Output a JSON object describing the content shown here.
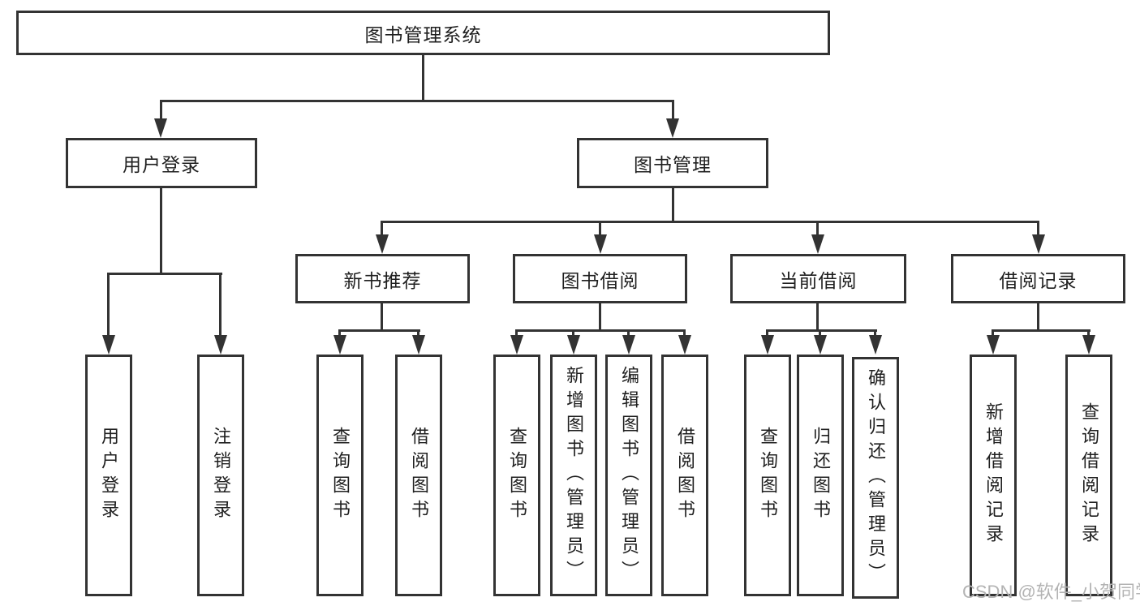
{
  "diagram": {
    "type": "hierarchy-tree",
    "root": {
      "label": "图书管理系统"
    },
    "level2": [
      {
        "label": "用户登录"
      },
      {
        "label": "图书管理"
      }
    ],
    "level3": [
      {
        "label": "新书推荐",
        "parent": "图书管理"
      },
      {
        "label": "图书借阅",
        "parent": "图书管理"
      },
      {
        "label": "当前借阅",
        "parent": "图书管理"
      },
      {
        "label": "借阅记录",
        "parent": "图书管理"
      }
    ],
    "leaves": [
      {
        "label": "用户登录",
        "parent": "用户登录"
      },
      {
        "label": "注销登录",
        "parent": "用户登录"
      },
      {
        "label": "查询图书",
        "parent": "新书推荐"
      },
      {
        "label": "借阅图书",
        "parent": "新书推荐"
      },
      {
        "label": "查询图书",
        "parent": "图书借阅"
      },
      {
        "label": "新增图书（管理员）",
        "parent": "图书借阅"
      },
      {
        "label": "编辑图书（管理员）",
        "parent": "图书借阅"
      },
      {
        "label": "借阅图书",
        "parent": "图书借阅"
      },
      {
        "label": "查询图书",
        "parent": "当前借阅"
      },
      {
        "label": "归还图书",
        "parent": "当前借阅"
      },
      {
        "label": "确认归还（管理员）",
        "parent": "当前借阅"
      },
      {
        "label": "新增借阅记录",
        "parent": "借阅记录"
      },
      {
        "label": "查询借阅记录",
        "parent": "借阅记录"
      }
    ]
  },
  "watermark": "CSDN @软件_小贺同学",
  "colors": {
    "line": "#333333",
    "text": "#1f1f1f",
    "watermark": "#b3b3b3",
    "background": "#ffffff"
  }
}
